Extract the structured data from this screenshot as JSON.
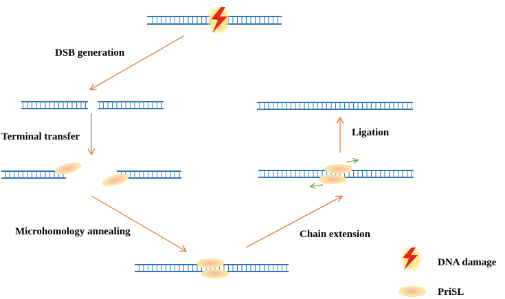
{
  "steps": {
    "dsb_generation": "DSB generation",
    "terminal_transfer": "Terminal transfer",
    "microhomology_annealing": "Microhomology annealing",
    "chain_extension": "Chain extension",
    "ligation": "Ligation"
  },
  "legend": {
    "dna_damage": "DNA damage",
    "prisl": "PriSL"
  },
  "colors": {
    "dna_strand": "#2E75B6",
    "process_arrow": "#E07B39",
    "extension_arrow": "#5BA63A",
    "damage_bolt": "#E52620",
    "damage_glow": "#FFE680",
    "prisl_fill_light": "#FCE6A6",
    "prisl_fill_pink": "#F7B3A3"
  }
}
